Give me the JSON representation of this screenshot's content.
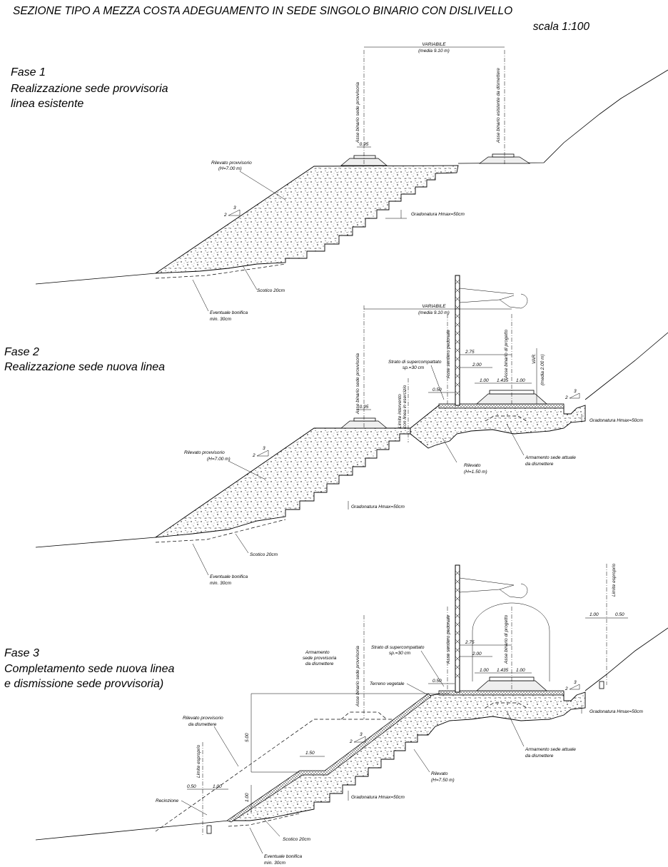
{
  "title": "SEZIONE TIPO A MEZZA COSTA ADEGUAMENTO IN SEDE SINGOLO BINARIO CON DISLIVELLO",
  "scale": "scala 1:100",
  "phase1": {
    "heading": "Fase 1",
    "line1": "Realizzazione sede provvisoria",
    "line2": "linea esistente",
    "variabile": "VARIABILE",
    "media": "(media 9.10 m)",
    "axis_provv": "Asse binario sede provvisoria",
    "axis_dism": "Asse binario esistente da dismettere",
    "dim_095": "0.95",
    "rilevato": "Rilevato provvisorio",
    "rilevato_h": "(H=7.00 m)",
    "slope_v": "2",
    "slope_h": "3",
    "gradonatura": "Gradonatura Hmax=50cm",
    "scotico": "Scotico  20cm",
    "bonifica": "Eventuale bonifica",
    "bonifica_min": "min. 30cm"
  },
  "phase2": {
    "heading": "Fase 2",
    "line1": "Realizzazione sede nuova linea",
    "variabile": "VARIABILE",
    "media": "(media 9.10 m)",
    "axis_provv": "Asse binario sede provvisoria",
    "axis_pedonale": "Asse sentiero pedonale",
    "axis_progetto": "Asse binario di progetto",
    "limite": "Limite intervento",
    "limite2": "con linea in esercizio",
    "strato": "Strato di supercompattato",
    "strato_sp": "sp.=30 cm",
    "dim_275": "2.75",
    "dim_200": "2.00",
    "dim_100a": "1.00",
    "dim_1435": "1.435",
    "dim_100b": "1.00",
    "dim_050": "0.50",
    "dim_095": "0.95",
    "var": "VAR.",
    "var_media": "(media 2.00 m)",
    "rilevato": "Rilevato provvisorio",
    "rilevato_h": "(H=7.00 m)",
    "rilevato2": "Rilevato",
    "rilevato2_h": "(H=1.50 m)",
    "armamento": "Armamento sede attuale",
    "armamento2": "da dismettere",
    "slope_v": "2",
    "slope_h": "3",
    "gradonatura": "Gradonatura Hmax=50cm",
    "gradonatura2": "Gradonatura Hmax=50cm",
    "scotico": "Scotico  20cm",
    "bonifica": "Eventuale bonifica",
    "bonifica_min": "min. 30cm"
  },
  "phase3": {
    "heading": "Fase 3",
    "line1": "Completamento sede nuova linea",
    "line2": "e dismissione sede provvisoria)",
    "axis_provv": "Asse binario sede provvisoria",
    "axis_pedonale": "Asse sentiero pedonale",
    "axis_progetto": "Asse binario di progetto",
    "limite_esproprio": "Limite esproprio",
    "armamento_provv": "Armamento",
    "armamento_provv2": "sede provvisoria",
    "armamento_provv3": "da dismettere",
    "strato": "Strato di supercompattato",
    "strato_sp": "sp.=30 cm",
    "terreno": "Terreno vegetale",
    "dim_275": "2.75",
    "dim_200": "2.00",
    "dim_100a": "1.00",
    "dim_1435": "1.435",
    "dim_100b": "1.00",
    "dim_050": "0.50",
    "dim_100r": "1.00",
    "dim_050r": "0.50",
    "dim_500": "5.00",
    "dim_150": "1.50",
    "dim_100v": "1.00",
    "dim_050l": "0.50",
    "dim_100l": "1.00",
    "rilevato_dism": "Rilevato provvisorio",
    "rilevato_dism2": "da dismettere",
    "recinzione": "Recinzione",
    "rilevato": "Rilevato",
    "rilevato_h": "(H=7.50 m)",
    "armamento": "Armamento sede attuale",
    "armamento2": "da dismettere",
    "slope_v": "2",
    "slope_h": "3",
    "gradonatura": "Gradonatura Hmax=50cm",
    "gradonatura2": "Gradonatura Hmax=50cm",
    "scotico": "Scotico  20cm",
    "bonifica": "Eventuale bonifica",
    "bonifica_min": "min. 30cm"
  }
}
